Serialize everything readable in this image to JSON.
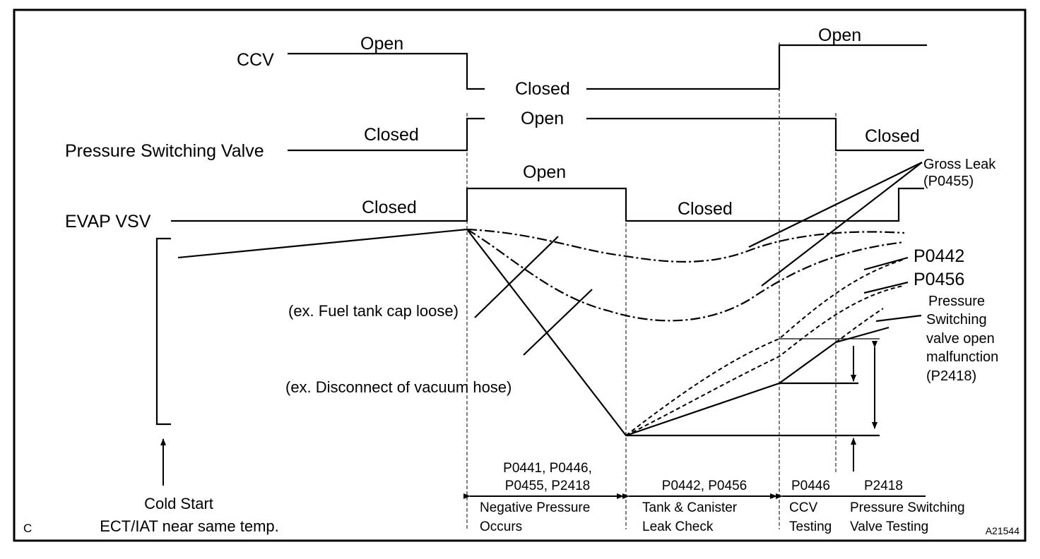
{
  "signals": {
    "ccv": {
      "name": "CCV",
      "state_open_1": "Open",
      "state_closed": "Closed",
      "state_open_2": "Open"
    },
    "psv": {
      "name": "Pressure Switching Valve",
      "state_closed_1": "Closed",
      "state_open": "Open",
      "state_closed_2": "Closed"
    },
    "evap_vsv": {
      "name": "EVAP VSV",
      "state_closed_1": "Closed",
      "state_open": "Open",
      "state_closed_2": "Closed"
    }
  },
  "curve_labels": {
    "gross_leak_1": "Gross Leak",
    "gross_leak_2": "(P0455)",
    "p0442": "P0442",
    "p0456": "P0456",
    "psv_malf_1": "Pressure",
    "psv_malf_2": "Switching",
    "psv_malf_3": "valve open",
    "psv_malf_4": "malfunction",
    "psv_malf_5": "(P2418)",
    "fuel_cap": "(ex. Fuel tank cap loose)",
    "vacuum_hose": "(ex. Disconnect of vacuum hose)"
  },
  "cold_start": {
    "line1": "Cold Start",
    "line2": "ECT/IAT near same temp."
  },
  "phases": [
    {
      "codes_1": "P0441, P0446,",
      "codes_2": "P0455, P2418",
      "desc_1": "Negative Pressure",
      "desc_2": "Occurs"
    },
    {
      "codes_1": "P0442, P0456",
      "desc_1": "Tank & Canister",
      "desc_2": "Leak Check"
    },
    {
      "codes_1": "P0446",
      "desc_1": "CCV",
      "desc_2": "Testing"
    },
    {
      "codes_1": "P2418",
      "desc_1": "Pressure Switching",
      "desc_2": "Valve Testing"
    }
  ],
  "corner_letter": "C",
  "figure_id": "A21544"
}
